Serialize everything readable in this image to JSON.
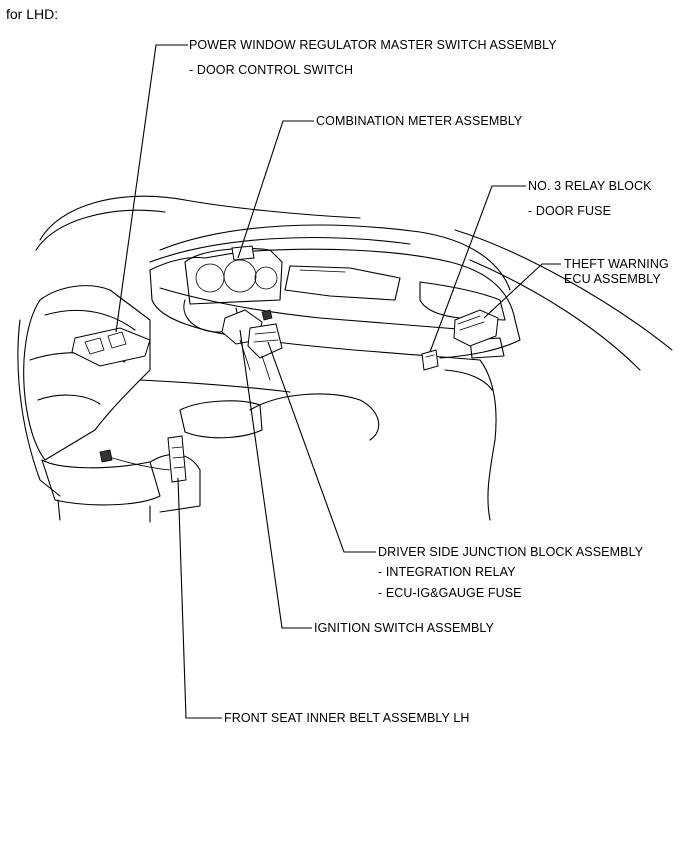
{
  "heading": "for LHD:",
  "callouts": {
    "power_window": {
      "title": "POWER WINDOW REGULATOR MASTER SWITCH ASSEMBLY",
      "sub": [
        "- DOOR CONTROL SWITCH"
      ]
    },
    "combination_meter": {
      "title": "COMBINATION METER ASSEMBLY"
    },
    "relay_block": {
      "title": "NO. 3 RELAY BLOCK",
      "sub": [
        "- DOOR FUSE"
      ]
    },
    "theft_warning": {
      "title_line1": "THEFT WARNING",
      "title_line2": "ECU ASSEMBLY"
    },
    "junction_block": {
      "title": "DRIVER SIDE JUNCTION BLOCK ASSEMBLY",
      "sub": [
        "- INTEGRATION RELAY",
        "- ECU-IG&GAUGE FUSE"
      ]
    },
    "ignition_switch": {
      "title": "IGNITION SWITCH ASSEMBLY"
    },
    "seat_belt": {
      "title": "FRONT SEAT INNER BELT ASSEMBLY LH"
    }
  }
}
